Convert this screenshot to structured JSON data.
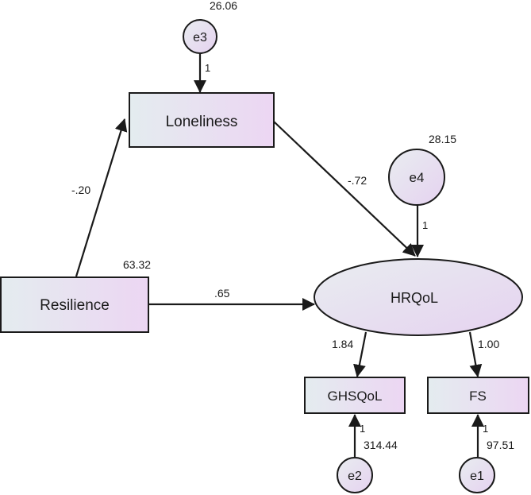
{
  "nodes": {
    "loneliness": "Loneliness",
    "resilience": "Resilience",
    "hrqol": "HRQoL",
    "ghsqol": "GHSQoL",
    "fs": "FS",
    "e1": "e1",
    "e2": "e2",
    "e3": "e3",
    "e4": "e4"
  },
  "variances": {
    "e3": "26.06",
    "e4": "28.15",
    "resilience": "63.32",
    "e2": "314.44",
    "e1": "97.51"
  },
  "coefficients": {
    "resilience_to_loneliness": "-.20",
    "loneliness_to_hrqol": "-.72",
    "resilience_to_hrqol": ".65",
    "hrqol_to_ghsqol": "1.84",
    "hrqol_to_fs": "1.00",
    "e3_to_loneliness": "1",
    "e4_to_hrqol": "1",
    "e2_to_ghsqol": "1",
    "e1_to_fs": "1"
  },
  "colors": {
    "fill_start": "#e6eef0",
    "fill_end": "#ecd8f2",
    "stroke": "#1a1a1a"
  }
}
